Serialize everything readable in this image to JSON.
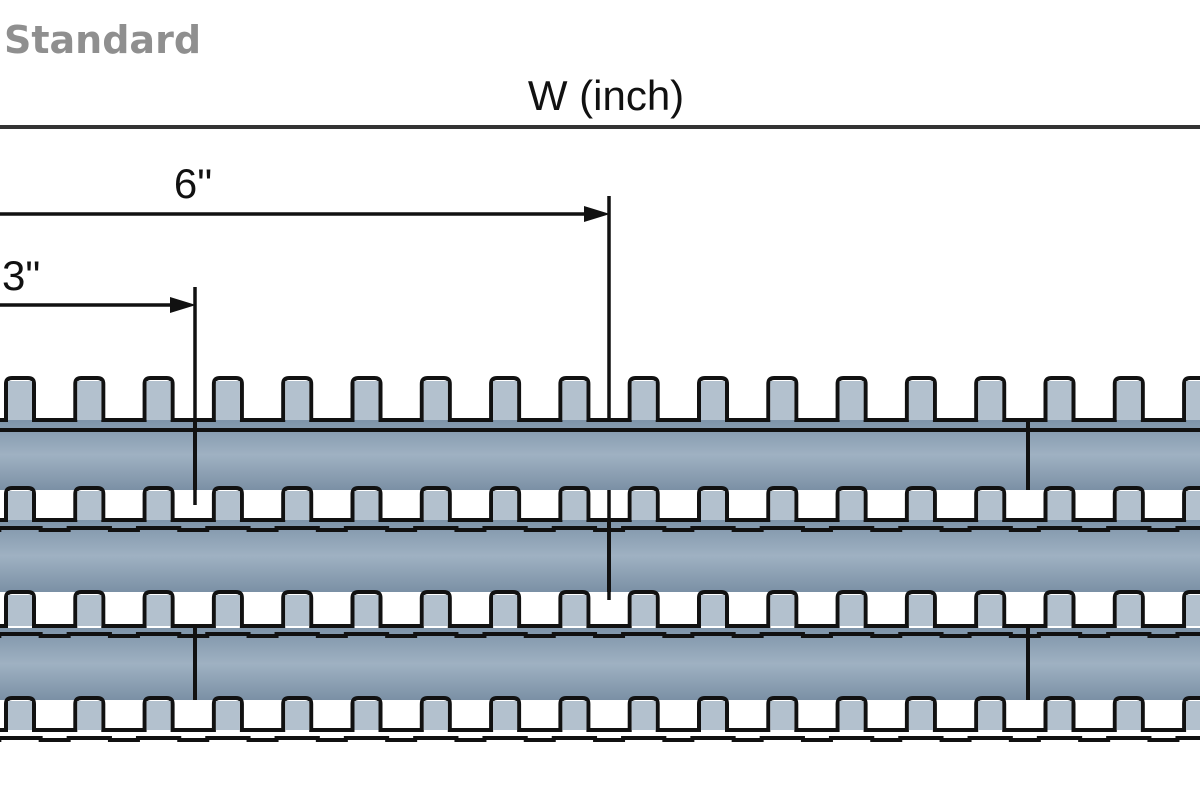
{
  "heading": "Standard",
  "width_label": "W (inch)",
  "dimensions": {
    "six": "6\"",
    "three": "3\""
  },
  "colors": {
    "belt_fill": "#8fa3b6",
    "outline": "#111111",
    "heading_gray": "#8f8f8f"
  }
}
